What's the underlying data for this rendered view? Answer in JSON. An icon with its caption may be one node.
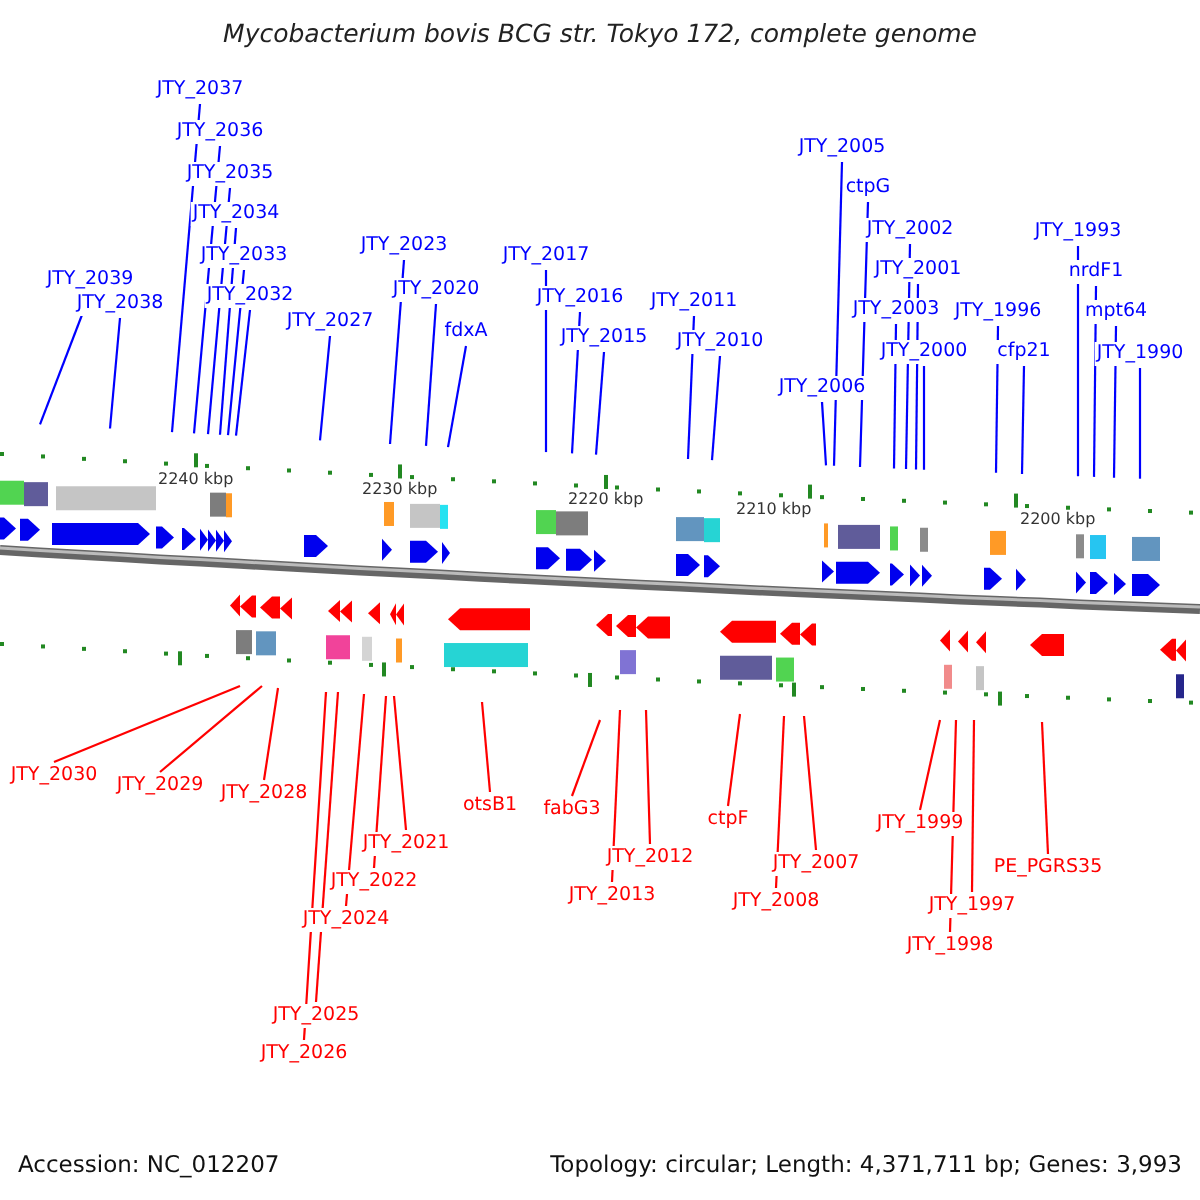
{
  "diagram": {
    "title": "Mycobacterium bovis BCG str. Tokyo 172, complete genome",
    "nodes": [
      {
        "text": [
          "JTY_2039"
        ]
      },
      {
        "text": [
          "JTY_2038"
        ]
      },
      {
        "text": [
          "JTY_2037"
        ]
      },
      {
        "text": [
          "JTY_2036"
        ]
      },
      {
        "text": [
          "JTY_2035"
        ]
      },
      {
        "text": [
          "JTY_2034"
        ]
      },
      {
        "text": [
          "JTY_2033"
        ]
      },
      {
        "text": [
          "JTY_2032"
        ]
      },
      {
        "text": [
          "JTY_2027"
        ]
      },
      {
        "text": [
          "JTY_2023"
        ]
      },
      {
        "text": [
          "JTY_2020"
        ]
      },
      {
        "text": [
          "fdxA"
        ]
      },
      {
        "text": [
          "JTY_2017"
        ]
      },
      {
        "text": [
          "JTY_2016"
        ]
      },
      {
        "text": [
          "JTY_2015"
        ]
      },
      {
        "text": [
          "JTY_2011"
        ]
      },
      {
        "text": [
          "JTY_2010"
        ]
      },
      {
        "text": [
          "JTY_2006"
        ]
      },
      {
        "text": [
          "JTY_2005"
        ]
      },
      {
        "text": [
          "ctpG"
        ]
      },
      {
        "text": [
          "JTY_2002"
        ]
      },
      {
        "text": [
          "JTY_2001"
        ]
      },
      {
        "text": [
          "JTY_2003"
        ]
      },
      {
        "text": [
          "JTY_2000"
        ]
      },
      {
        "text": [
          "JTY_1996"
        ]
      },
      {
        "text": [
          "cfp21"
        ]
      },
      {
        "text": [
          "JTY_1993"
        ]
      },
      {
        "text": [
          "nrdF1"
        ]
      },
      {
        "text": [
          "mpt64"
        ]
      },
      {
        "text": [
          "JTY_1990"
        ]
      },
      {
        "text": [
          "JTY_2030"
        ]
      },
      {
        "text": [
          "JTY_2029"
        ]
      },
      {
        "text": [
          "JTY_2028"
        ]
      },
      {
        "text": [
          "JTY_2026"
        ]
      },
      {
        "text": [
          "JTY_2025"
        ]
      },
      {
        "text": [
          "JTY_2024"
        ]
      },
      {
        "text": [
          "JTY_2022"
        ]
      },
      {
        "text": [
          "JTY_2021"
        ]
      },
      {
        "text": [
          "otsB1"
        ]
      },
      {
        "text": [
          "fabG3"
        ]
      },
      {
        "text": [
          "JTY_2013"
        ]
      },
      {
        "text": [
          "JTY_2012"
        ]
      },
      {
        "text": [
          "ctpF"
        ]
      },
      {
        "text": [
          "JTY_2008"
        ]
      },
      {
        "text": [
          "JTY_2007"
        ]
      },
      {
        "text": [
          "JTY_1999"
        ]
      },
      {
        "text": [
          "JTY_1998"
        ]
      },
      {
        "text": [
          "JTY_1997"
        ]
      },
      {
        "text": [
          "PE_PGRS35"
        ]
      }
    ],
    "edges": [
      {
        "from": 0,
        "to": null,
        "arrow": "none"
      },
      {
        "from": 1,
        "to": null,
        "arrow": "none"
      },
      {
        "from": 2,
        "to": null,
        "arrow": "none"
      },
      {
        "from": 3,
        "to": null,
        "arrow": "none"
      },
      {
        "from": 4,
        "to": null,
        "arrow": "none"
      },
      {
        "from": 5,
        "to": null,
        "arrow": "none"
      },
      {
        "from": 6,
        "to": null,
        "arrow": "none"
      },
      {
        "from": 7,
        "to": null,
        "arrow": "none"
      },
      {
        "from": 8,
        "to": null,
        "arrow": "none"
      },
      {
        "from": 9,
        "to": null,
        "arrow": "none"
      },
      {
        "from": 10,
        "to": null,
        "arrow": "none"
      },
      {
        "from": 11,
        "to": null,
        "arrow": "none"
      },
      {
        "from": 12,
        "to": null,
        "arrow": "none"
      },
      {
        "from": 13,
        "to": null,
        "arrow": "none"
      },
      {
        "from": 14,
        "to": null,
        "arrow": "none"
      },
      {
        "from": 15,
        "to": null,
        "arrow": "none"
      },
      {
        "from": 16,
        "to": null,
        "arrow": "none"
      },
      {
        "from": 17,
        "to": null,
        "arrow": "none"
      },
      {
        "from": 18,
        "to": null,
        "arrow": "none"
      },
      {
        "from": 19,
        "to": null,
        "arrow": "none"
      },
      {
        "from": 20,
        "to": null,
        "arrow": "none"
      },
      {
        "from": 21,
        "to": null,
        "arrow": "none"
      },
      {
        "from": 22,
        "to": null,
        "arrow": "none"
      },
      {
        "from": 23,
        "to": null,
        "arrow": "none"
      },
      {
        "from": 24,
        "to": null,
        "arrow": "none"
      },
      {
        "from": 25,
        "to": null,
        "arrow": "none"
      },
      {
        "from": 26,
        "to": null,
        "arrow": "none"
      },
      {
        "from": 27,
        "to": null,
        "arrow": "none"
      },
      {
        "from": 28,
        "to": null,
        "arrow": "none"
      },
      {
        "from": 29,
        "to": null,
        "arrow": "none"
      },
      {
        "from": 30,
        "to": null,
        "arrow": "none",
        "color": "#ff0000"
      },
      {
        "from": 31,
        "to": null,
        "arrow": "none",
        "color": "#ff0000"
      },
      {
        "from": 32,
        "to": null,
        "arrow": "none",
        "color": "#ff0000"
      },
      {
        "from": 33,
        "to": null,
        "arrow": "none",
        "color": "#ff0000"
      },
      {
        "from": 34,
        "to": null,
        "arrow": "none",
        "color": "#ff0000"
      },
      {
        "from": 35,
        "to": null,
        "arrow": "none",
        "color": "#ff0000"
      },
      {
        "from": 36,
        "to": null,
        "arrow": "none",
        "color": "#ff0000"
      },
      {
        "from": 37,
        "to": null,
        "arrow": "none",
        "color": "#ff0000"
      },
      {
        "from": 38,
        "to": null,
        "arrow": "none",
        "color": "#ff0000"
      },
      {
        "from": 39,
        "to": null,
        "arrow": "none",
        "color": "#ff0000"
      },
      {
        "from": 40,
        "to": null,
        "arrow": "none",
        "color": "#ff0000"
      },
      {
        "from": 41,
        "to": null,
        "arrow": "none",
        "color": "#ff0000"
      },
      {
        "from": 42,
        "to": null,
        "arrow": "none",
        "color": "#ff0000"
      },
      {
        "from": 43,
        "to": null,
        "arrow": "none",
        "color": "#ff0000"
      },
      {
        "from": 44,
        "to": null,
        "arrow": "none",
        "color": "#ff0000"
      },
      {
        "from": 45,
        "to": null,
        "arrow": "none",
        "color": "#ff0000"
      },
      {
        "from": 46,
        "to": null,
        "arrow": "none",
        "color": "#ff0000"
      },
      {
        "from": 47,
        "to": null,
        "arrow": "none",
        "color": "#ff0000"
      },
      {
        "from": 48,
        "to": null,
        "arrow": "none",
        "color": "#ff0000"
      }
    ],
    "labels": [
      "2240 kbp",
      "2230 kbp",
      "2220 kbp",
      "2210 kbp",
      "2200 kbp",
      "Accession: NC_012207",
      "Topology: circular; Length: 4,371,711 bp; Genes: 3,993"
    ]
  }
}
